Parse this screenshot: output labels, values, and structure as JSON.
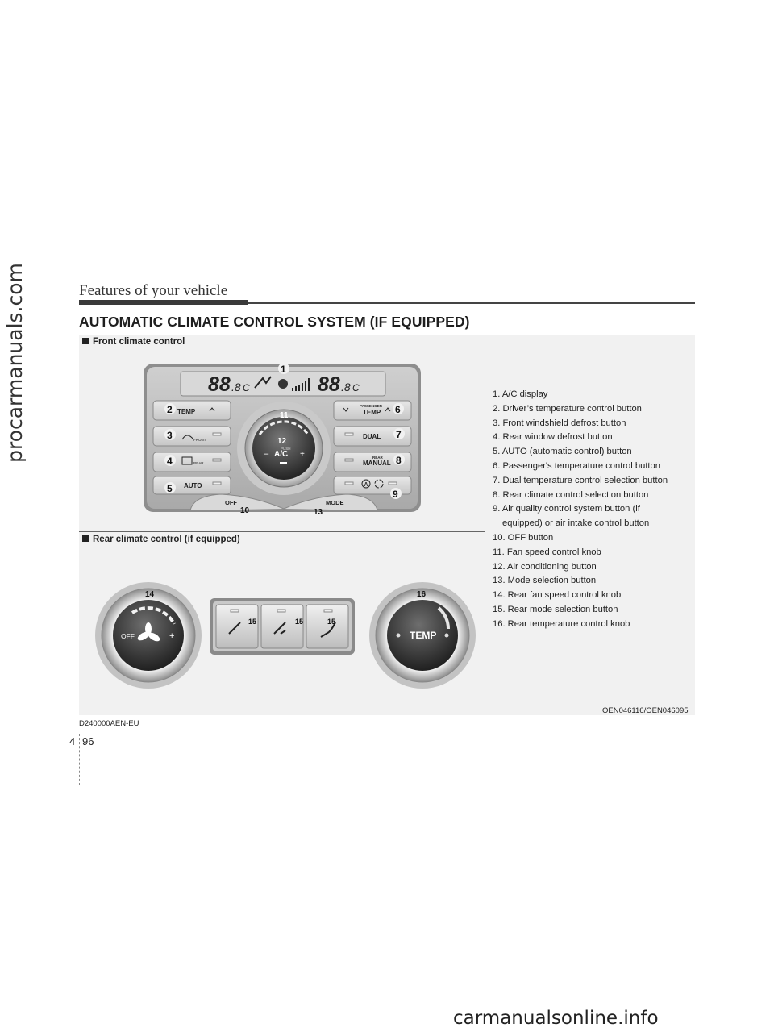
{
  "watermark_side": "procarmanuals.com",
  "watermark_bottom": "carmanualsonline.info",
  "header": {
    "title": "Features of your vehicle"
  },
  "section": {
    "title": "AUTOMATIC CLIMATE CONTROL SYSTEM (IF EQUIPPED)"
  },
  "front": {
    "subtitle": "Front climate control",
    "display": {
      "left_temp": "88",
      "left_unit": ".8",
      "left_unit_c": "C",
      "right_temp": "88",
      "right_unit": ".8",
      "right_unit_c": "C"
    },
    "buttons": {
      "temp_left": "TEMP",
      "front_defrost": "FRONT",
      "rear_defrost": "REAR",
      "auto": "AUTO",
      "passenger": "PASSENGER",
      "temp_right": "TEMP",
      "dual": "DUAL",
      "rear_small": "REAR",
      "manual": "MANUAL",
      "off": "OFF",
      "mode": "MODE",
      "push": "PUSH",
      "ac": "A/C",
      "minus": "–",
      "plus": "+",
      "air_quality": "A"
    },
    "callouts": [
      "1",
      "2",
      "3",
      "4",
      "5",
      "6",
      "7",
      "8",
      "9",
      "10",
      "11",
      "12",
      "13"
    ]
  },
  "rear": {
    "subtitle": "Rear climate control (if equipped)",
    "knob_left": {
      "off": "OFF",
      "plus": "+",
      "callout": "14"
    },
    "mode_callouts": [
      "15",
      "15",
      "15"
    ],
    "knob_right": {
      "label": "TEMP",
      "callout": "16"
    }
  },
  "legend": [
    "1. A/C display",
    "2. Driver’s temperature control button",
    "3. Front windshield defrost button",
    "4. Rear window defrost button",
    "5. AUTO (automatic control) button",
    "6. Passenger's temperature control button",
    "7. Dual temperature control selection button",
    "8. Rear climate control selection button",
    "9. Air quality control system button (if",
    "equipped) or air intake control button",
    "10. OFF button",
    "11. Fan speed control knob",
    "12. Air conditioning button",
    "13. Mode selection button",
    "14. Rear fan speed control knob",
    "15. Rear mode selection button",
    "16. Rear temperature control knob"
  ],
  "codes": {
    "figure": "OEN046116/OEN046095",
    "section": "D240000AEN-EU"
  },
  "page": {
    "chapter": "4",
    "number": "96"
  }
}
